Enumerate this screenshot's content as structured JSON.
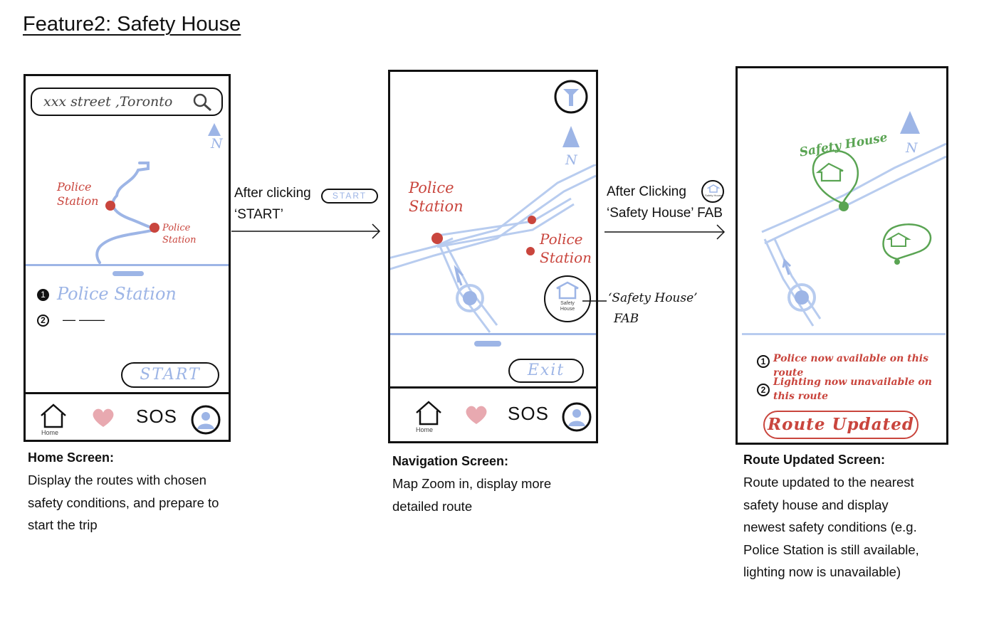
{
  "title": "Feature2: Safety House",
  "screens": {
    "home": {
      "search_text": "xxx street ,Toronto",
      "north": "N",
      "map_labels": [
        "Police Station",
        "Police Station"
      ],
      "list": [
        "Police Station",
        "— ——"
      ],
      "list_nums": [
        "1",
        "2"
      ],
      "start_button": "START",
      "nav": {
        "home_label": "Home",
        "sos": "SOS"
      },
      "caption_title": "Home Screen:",
      "caption_lines": [
        "Display the routes with chosen",
        "safety conditions, and prepare to",
        "start the trip"
      ]
    },
    "navigation": {
      "north": "N",
      "map_labels": [
        "Police Station",
        "Police Station"
      ],
      "fab_text": "Safety House",
      "fab_annotation": [
        "‘Safety House’",
        "FAB"
      ],
      "exit_button": "Exit",
      "nav": {
        "home_label": "Home",
        "sos": "SOS"
      },
      "caption_title": "Navigation Screen:",
      "caption_lines": [
        "Map Zoom in, display more",
        "detailed route"
      ]
    },
    "route_updated": {
      "north": "N",
      "safety_house_label": "Safety House",
      "status_items": [
        "Police now available on this route",
        "Lighting now unavailable on this route"
      ],
      "status_nums": [
        "1",
        "2"
      ],
      "route_button": "Route Updated",
      "caption_title": "Route Updated Screen:",
      "caption_lines": [
        "Route updated to the nearest",
        "safety house and display",
        "newest safety conditions (e.g.",
        "Police Station is still available,",
        "lighting now is unavailable)"
      ]
    }
  },
  "transitions": [
    {
      "lines": [
        "After clicking",
        "‘START’"
      ],
      "inline_button": "START"
    },
    {
      "lines": [
        "After Clicking",
        "‘Safety House’ FAB"
      ],
      "inline_button": "Safety House"
    }
  ],
  "colors": {
    "ink": "#111111",
    "red": "#c9453d",
    "blue": "#9db5e6",
    "green": "#5aa453",
    "pink": "#e8a9b0"
  }
}
